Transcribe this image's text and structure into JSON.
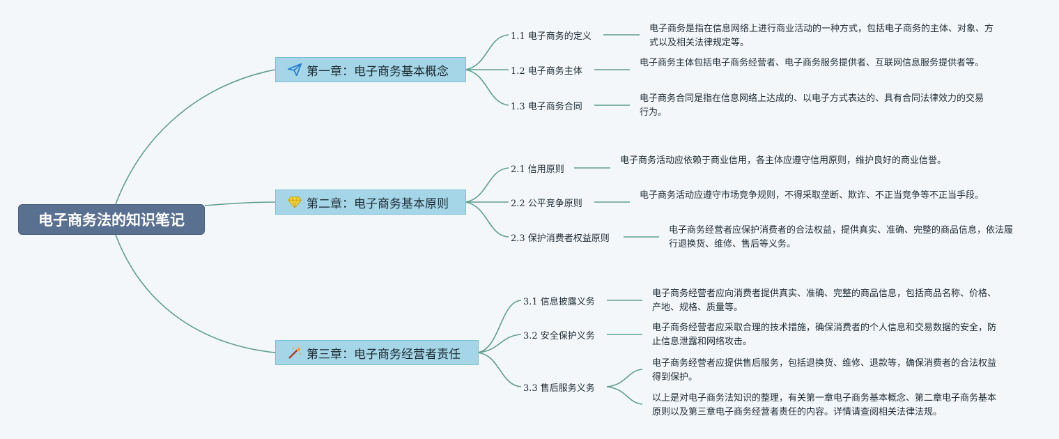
{
  "root": {
    "title": "电子商务法的知识笔记"
  },
  "chapters": [
    {
      "title": "第一章：电子商务基本概念",
      "icon": "paper-plane-icon",
      "sections": [
        {
          "label": "1.1 电子商务的定义",
          "notes": [
            "电子商务是指在信息网络上进行商业活动的一种方式，包括电子商务的主体、对象、方式以及相关法律规定等。"
          ]
        },
        {
          "label": "1.2 电子商务主体",
          "notes": [
            "电子商务主体包括电子商务经营者、电子商务服务提供者、互联网信息服务提供者等。"
          ]
        },
        {
          "label": "1.3 电子商务合同",
          "notes": [
            "电子商务合同是指在信息网络上达成的、以电子方式表达的、具有合同法律效力的交易行为。"
          ]
        }
      ]
    },
    {
      "title": "第二章：电子商务基本原则",
      "icon": "gem-icon",
      "sections": [
        {
          "label": "2.1 信用原则",
          "notes": [
            "电子商务活动应依赖于商业信用，各主体应遵守信用原则，维护良好的商业信誉。"
          ]
        },
        {
          "label": "2.2 公平竞争原则",
          "notes": [
            "电子商务活动应遵守市场竞争规则，不得采取垄断、欺诈、不正当竞争等不正当手段。"
          ]
        },
        {
          "label": "2.3 保护消费者权益原则",
          "notes": [
            "电子商务经营者应保护消费者的合法权益，提供真实、准确、完整的商品信息，依法履行退换货、维修、售后等义务。"
          ]
        }
      ]
    },
    {
      "title": "第三章：电子商务经营者责任",
      "icon": "magic-wand-icon",
      "sections": [
        {
          "label": "3.1 信息披露义务",
          "notes": [
            "电子商务经营者应向消费者提供真实、准确、完整的商品信息，包括商品名称、价格、产地、规格、质量等。"
          ]
        },
        {
          "label": "3.2 安全保护义务",
          "notes": [
            "电子商务经营者应采取合理的技术措施，确保消费者的个人信息和交易数据的安全，防止信息泄露和网络攻击。"
          ]
        },
        {
          "label": "3.3 售后服务义务",
          "notes": [
            "电子商务经营者应提供售后服务，包括退换货、维修、退款等，确保消费者的合法权益得到保护。",
            "以上是对电子商务法知识的整理，有关第一章电子商务基本概念、第二章电子商务基本原则以及第三章电子商务经营者责任的内容。详情请查阅相关法律法规。"
          ]
        }
      ]
    }
  ]
}
